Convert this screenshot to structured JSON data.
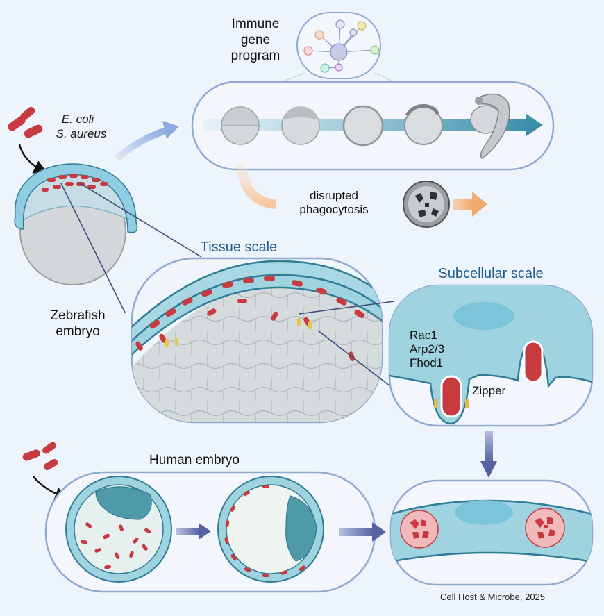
{
  "labels": {
    "immune_line1": "Immune",
    "immune_line2": "gene",
    "immune_line3": "program",
    "bacteria_line1": "E. coli",
    "bacteria_line2": "S. aureus",
    "disrupted_line1": "disrupted",
    "disrupted_line2": "phagocytosis",
    "tissue_scale": "Tissue scale",
    "subcellular_scale": "Subcellular scale",
    "zebrafish_line1": "Zebrafish",
    "zebrafish_line2": "embryo",
    "protein1": "Rac1",
    "protein2": "Arp2/3",
    "protein3": "Fhod1",
    "zipper": "Zipper",
    "human_embryo": "Human embryo",
    "credit": "Cell Host & Microbe, 2025"
  },
  "colors": {
    "background": "#eef4fb",
    "panel_border": "#8fa9cf",
    "epithelium": "#9fd3df",
    "epithelium_dark": "#2f7c97",
    "bacteria": "#c73a3f",
    "yolk": "#d6d8da",
    "arrow_blue": "#5b8fc7",
    "arrow_teal": "#3d8fa8",
    "arrow_orange": "#f3b27d",
    "arrow_navy": "#5a6aa8"
  }
}
